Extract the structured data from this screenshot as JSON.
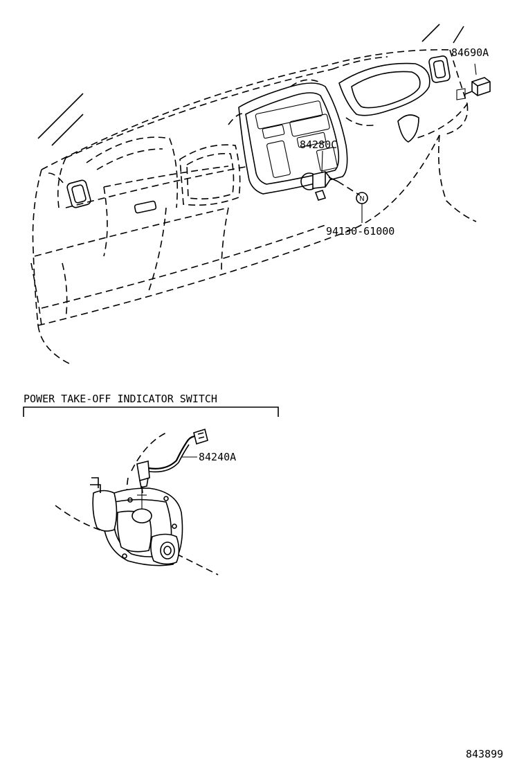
{
  "labels": {
    "part_84690A": "84690A",
    "part_84280C": "84280C",
    "part_94130_61000": "94130-61000",
    "note_symbol": "N",
    "section_title": "POWER TAKE-OFF INDICATOR SWITCH",
    "part_84240A": "84240A",
    "figure_number": "843899"
  }
}
